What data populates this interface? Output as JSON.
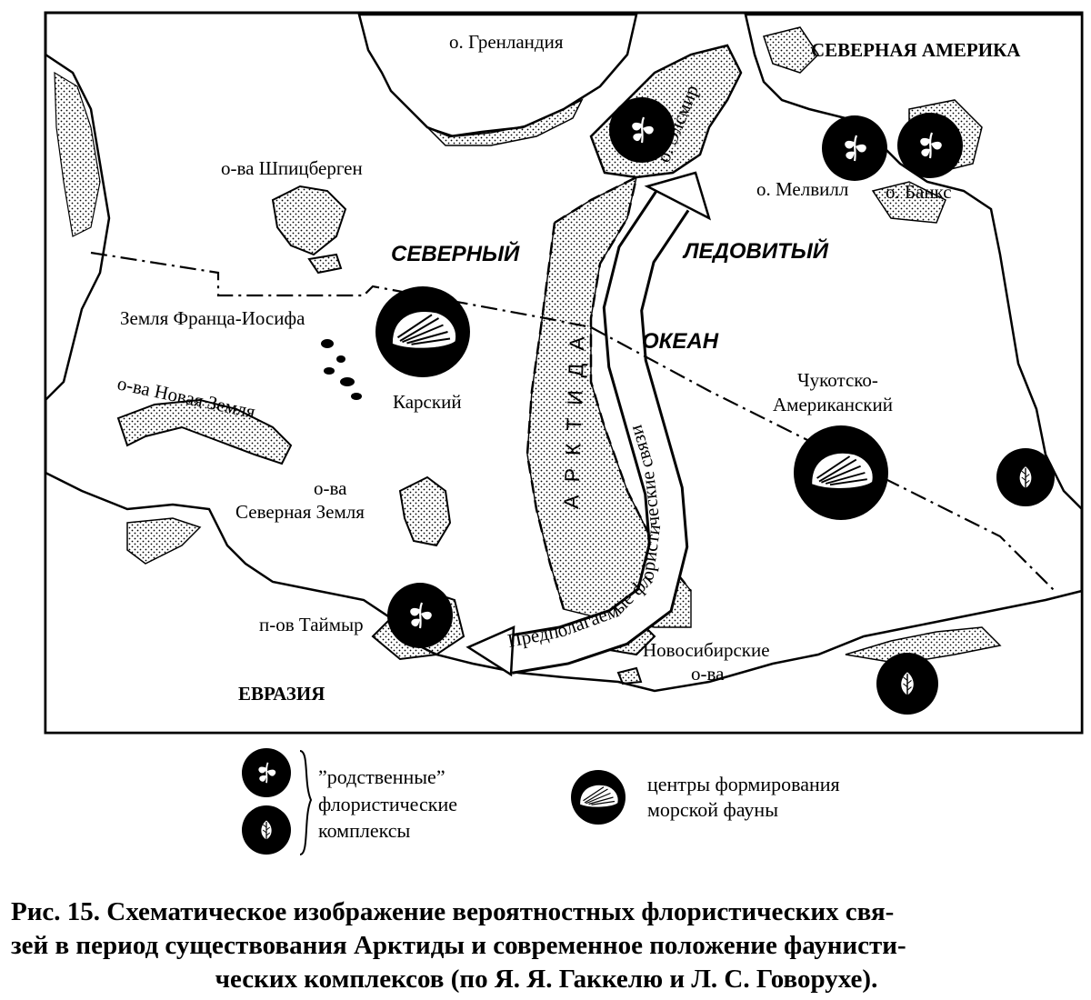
{
  "map": {
    "regions": {
      "greenland": "о. Гренландия",
      "north_america": "СЕВЕРНАЯ АМЕРИКА",
      "ellesmere": "о. Элсмир",
      "melville": "о. Мелвилл",
      "banks": "о. Банкс",
      "spitsbergen": "о-ва Шпицберген",
      "franz_josef": "Земля Франца-Иосифа",
      "novaya_zemlya": "о-ва Новая Земля",
      "severnaya_zemlya_1": "о-ва",
      "severnaya_zemlya_2": "Северная Земля",
      "taimyr": "п-ов Таймыр",
      "eurasia": "ЕВРАЗИЯ",
      "novosibirsk_1": "Новосибирские",
      "novosibirsk_2": "о-ва",
      "karsky": "Карский",
      "chukotka_1": "Чукотско-",
      "chukotka_2": "Американский"
    },
    "ocean": {
      "word1": "СЕВЕРНЫЙ",
      "word2": "ЛЕДОВИТЫЙ",
      "word3": "ОКЕАН"
    },
    "arctida": "АРКТИДА",
    "route": {
      "line1": "Предполагаемые флористические связи"
    }
  },
  "legend": {
    "floral_label_1": "”родственные”",
    "floral_label_2": "флористические",
    "floral_label_3": "комплексы",
    "fauna_label_1": "центры формирования",
    "fauna_label_2": "морской фауны"
  },
  "caption": {
    "line1": "Рис. 15. Схематическое изображение вероятностных флористических свя-",
    "line2": "зей в период существования Арктиды и современное положение фаунисти-",
    "line3": "ческих комплексов (по Я. Я. Гаккелю и Л. С. Говорухе)."
  },
  "colors": {
    "ink": "#000000",
    "paper": "#ffffff"
  }
}
